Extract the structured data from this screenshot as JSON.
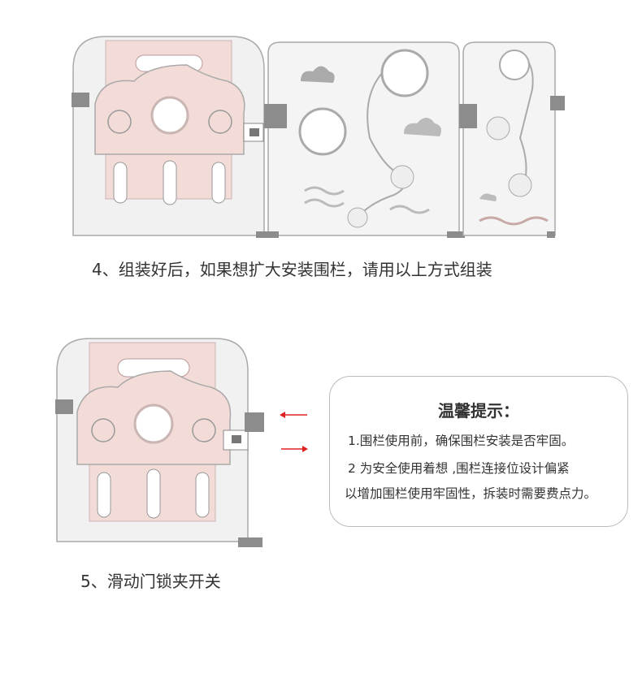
{
  "step4": {
    "caption": "4、组装好后，如果想扩大安装围栏，请用以上方式组装"
  },
  "step5": {
    "caption": "5、滑动门锁夹开关"
  },
  "tips": {
    "title": "温馨提示：",
    "lines": [
      "1.围栏使用前，确保围栏安装是否牢固。",
      "2 为安全使用着想 ,围栏连接位设计偏紧",
      "以增加围栏使用牢固性，拆装时需要费点力。"
    ]
  },
  "colors": {
    "pink": "#f3dcd8",
    "panel": "#f1f1f1",
    "outline": "#a9a9a9",
    "arrow": "#e02020",
    "connector": "#8c8c8c"
  }
}
